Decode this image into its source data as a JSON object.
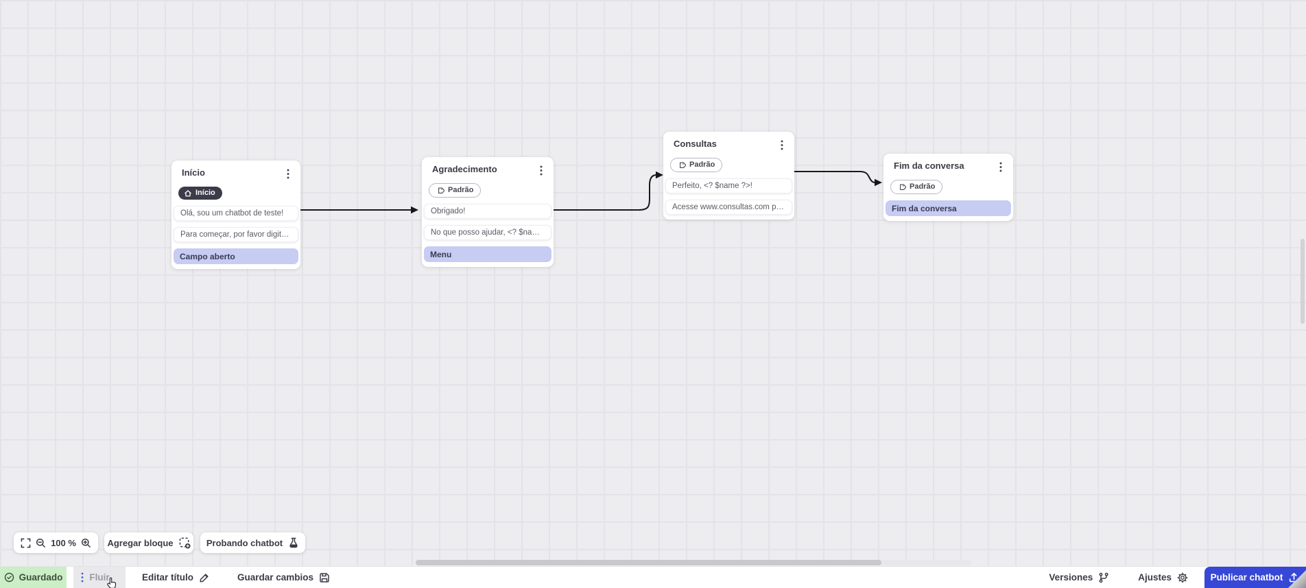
{
  "flow": {
    "nodes": [
      {
        "title": "Início",
        "badge": "Início",
        "messages": [
          "Olá, sou um chatbot de teste!",
          "Para começar, por favor digite o ..."
        ],
        "action": "Campo aberto"
      },
      {
        "title": "Agradecimento",
        "badge": "Padrão",
        "messages": [
          "Obrigado!",
          "No que posso ajudar, <? $name ..."
        ],
        "action": "Menu"
      },
      {
        "title": "Consultas",
        "badge": "Padrão",
        "messages": [
          "Perfeito, <? $name ?>!",
          "Acesse www.consultas.com par..."
        ]
      },
      {
        "title": "Fim da conversa",
        "badge": "Padrão",
        "messages": [],
        "action": "Fim da conversa"
      }
    ]
  },
  "toolbar": {
    "zoom_percent": "100 %",
    "add_block": "Agregar bloque",
    "test_chatbot": "Probando chatbot"
  },
  "bottom_bar": {
    "saved": "Guardado",
    "flow_tab": "Fluir",
    "edit_title": "Editar título",
    "save_changes": "Guardar cambios",
    "versions": "Versiones",
    "settings": "Ajustes",
    "publish": "Publicar chatbot"
  },
  "colors": {
    "publish_blue": "#3747d6",
    "action_lavender": "#c7ccf3",
    "saved_green": "#cbeec6",
    "badge_dark": "#3b3b49",
    "arrow": "#17171b"
  }
}
